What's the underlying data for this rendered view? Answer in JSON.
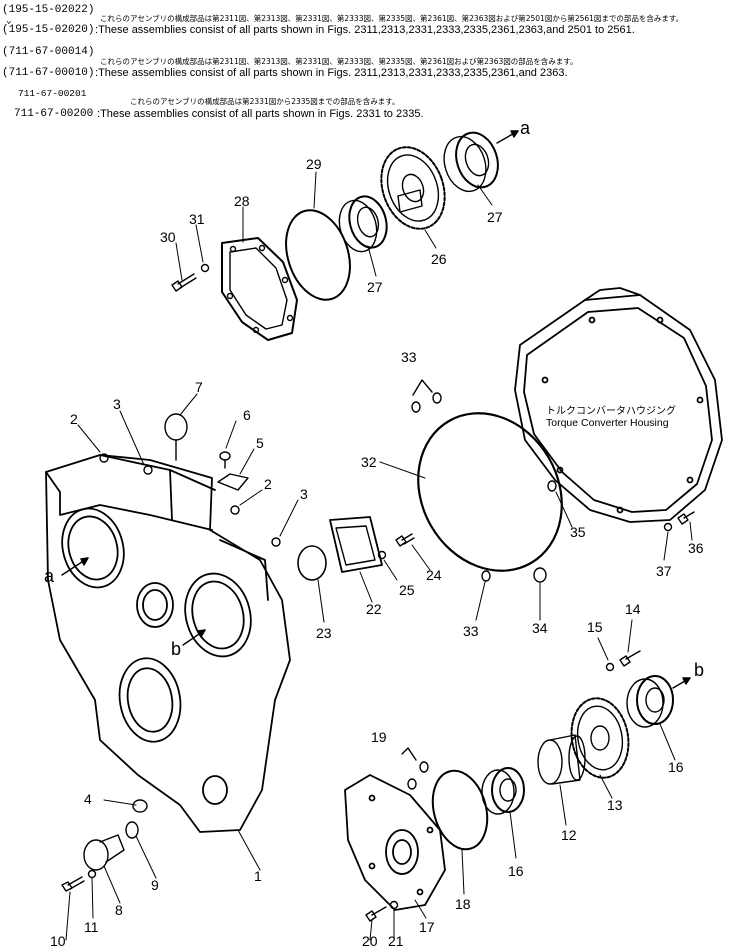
{
  "header": {
    "rows": [
      {
        "code": "(195-15-02022)",
        "sep": "",
        "jp": "",
        "en": ""
      },
      {
        "code": "(195-15-02020)",
        "sep": "",
        "jp": "これらのアセンブリの構成部品は第2311図、第2313図、第2331図、第2333図、第2335図、第2361図、第2363図および第2501図から第2561図までの部品を含みます。",
        "en": "These assemblies consist of all parts shown in Figs. 2311,2313,2331,2333,2335,2361,2363,and 2501 to 2561."
      },
      {
        "code": "(711-67-00014)",
        "sep": "",
        "jp": "",
        "en": ""
      },
      {
        "code": "(711-67-00010)",
        "sep": "",
        "jp": "これらのアセンブリの構成部品は第2311図、第2313図、第2331図、第2333図、第2335図、第2361図および第2363図の部品を含みます。",
        "en": "These assemblies consist of all parts shown in Figs. 2311,2313,2331,2333,2335,2361,and 2363."
      },
      {
        "code": "711-67-00201",
        "sep": "",
        "jp": "",
        "en": ""
      },
      {
        "code": "711-67-00200",
        "sep": "",
        "jp": "これらのアセンブリの構成部品は第2331図から2335図までの部品を含みます。",
        "en": "These assemblies consist of all parts shown in Figs. 2331 to 2335."
      }
    ]
  },
  "diagram": {
    "housing_label_jp": "トルクコンバータハウジング",
    "housing_label_en": "Torque Converter Housing",
    "arrow_labels": {
      "a": "a",
      "b": "b"
    },
    "callouts": [
      "1",
      "2",
      "3",
      "4",
      "5",
      "6",
      "7",
      "8",
      "9",
      "10",
      "11",
      "12",
      "13",
      "14",
      "15",
      "16",
      "17",
      "18",
      "19",
      "20",
      "21",
      "22",
      "23",
      "24",
      "25",
      "26",
      "27",
      "28",
      "29",
      "30",
      "31",
      "32",
      "33",
      "34",
      "35",
      "36",
      "37"
    ]
  }
}
